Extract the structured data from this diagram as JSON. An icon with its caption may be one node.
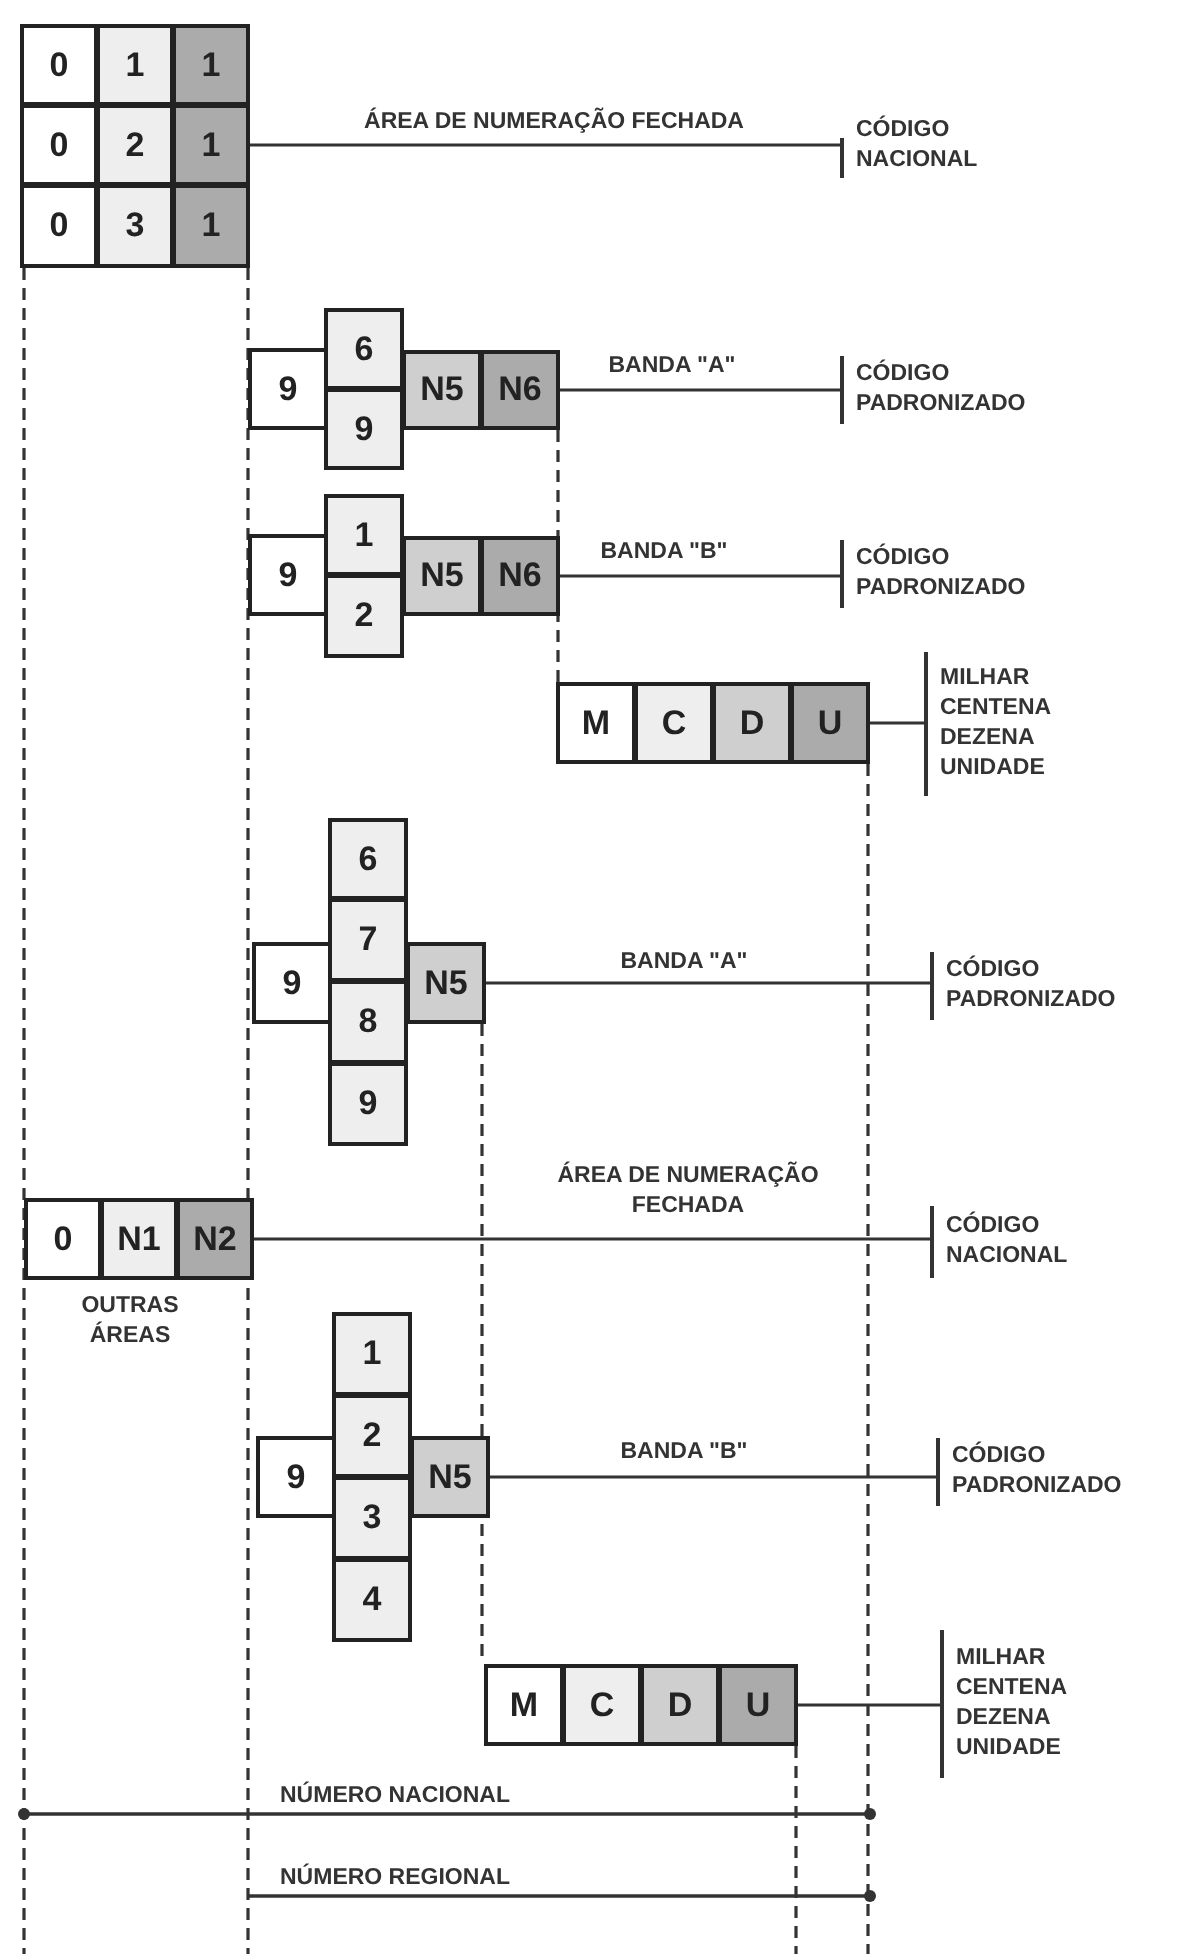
{
  "diagram": {
    "nodes": [
      {
        "text": [
          "0"
        ]
      },
      {
        "text": [
          "1"
        ]
      },
      {
        "text": [
          "1"
        ]
      },
      {
        "text": [
          "0"
        ]
      },
      {
        "text": [
          "2"
        ]
      },
      {
        "text": [
          "1"
        ]
      },
      {
        "text": [
          "0"
        ]
      },
      {
        "text": [
          "3"
        ]
      },
      {
        "text": [
          "1"
        ]
      },
      {
        "text": [
          "CÓDIGO NACIONAL"
        ]
      },
      {
        "text": [
          "9"
        ]
      },
      {
        "text": [
          "6"
        ]
      },
      {
        "text": [
          "9"
        ]
      },
      {
        "text": [
          "N5"
        ]
      },
      {
        "text": [
          "N6"
        ]
      },
      {
        "text": [
          "CÓDIGO PADRONIZADO"
        ]
      },
      {
        "text": [
          "9"
        ]
      },
      {
        "text": [
          "1"
        ]
      },
      {
        "text": [
          "2"
        ]
      },
      {
        "text": [
          "N5"
        ]
      },
      {
        "text": [
          "N6"
        ]
      },
      {
        "text": [
          "CÓDIGO PADRONIZADO"
        ]
      },
      {
        "text": [
          "M"
        ]
      },
      {
        "text": [
          "C"
        ]
      },
      {
        "text": [
          "D"
        ]
      },
      {
        "text": [
          "U"
        ]
      },
      {
        "text": [
          "MILHAR CENTENA DEZENA UNIDADE"
        ]
      },
      {
        "text": [
          "9"
        ]
      },
      {
        "text": [
          "6"
        ]
      },
      {
        "text": [
          "7"
        ]
      },
      {
        "text": [
          "8"
        ]
      },
      {
        "text": [
          "9"
        ]
      },
      {
        "text": [
          "N5"
        ]
      },
      {
        "text": [
          "CÓDIGO PADRONIZADO"
        ]
      },
      {
        "text": [
          "0"
        ]
      },
      {
        "text": [
          "N1"
        ]
      },
      {
        "text": [
          "N2"
        ]
      },
      {
        "text": [
          "CÓDIGO NACIONAL"
        ]
      },
      {
        "text": [
          "9"
        ]
      },
      {
        "text": [
          "1"
        ]
      },
      {
        "text": [
          "2"
        ]
      },
      {
        "text": [
          "3"
        ]
      },
      {
        "text": [
          "4"
        ]
      },
      {
        "text": [
          "N5"
        ]
      },
      {
        "text": [
          "CÓDIGO PADRONIZADO"
        ]
      },
      {
        "text": [
          "M"
        ]
      },
      {
        "text": [
          "C"
        ]
      },
      {
        "text": [
          "D"
        ]
      },
      {
        "text": [
          "U"
        ]
      },
      {
        "text": [
          "MILHAR CENTENA DEZENA UNIDADE"
        ]
      }
    ],
    "edges": [
      {
        "from": 5,
        "to": 9,
        "arrow": "none",
        "label": "ÁREA DE NUMERAÇÃO FECHADA"
      },
      {
        "from": 14,
        "to": 15,
        "arrow": "none",
        "label": "BANDA \"A\""
      },
      {
        "from": 20,
        "to": 21,
        "arrow": "none",
        "label": "BANDA \"B\""
      },
      {
        "from": 25,
        "to": 26,
        "arrow": "none"
      },
      {
        "from": 32,
        "to": 33,
        "arrow": "none",
        "label": "BANDA \"A\""
      },
      {
        "from": 36,
        "to": 37,
        "arrow": "none",
        "label": "ÁREA DE NUMERAÇÃO FECHADA"
      },
      {
        "from": 43,
        "to": 44,
        "arrow": "none",
        "label": "BANDA \"B\""
      },
      {
        "from": 48,
        "to": 49,
        "arrow": "none"
      }
    ],
    "labels": [
      "OUTRAS ÁREAS",
      "NÚMERO NACIONAL",
      "NÚMERO REGIONAL"
    ]
  }
}
